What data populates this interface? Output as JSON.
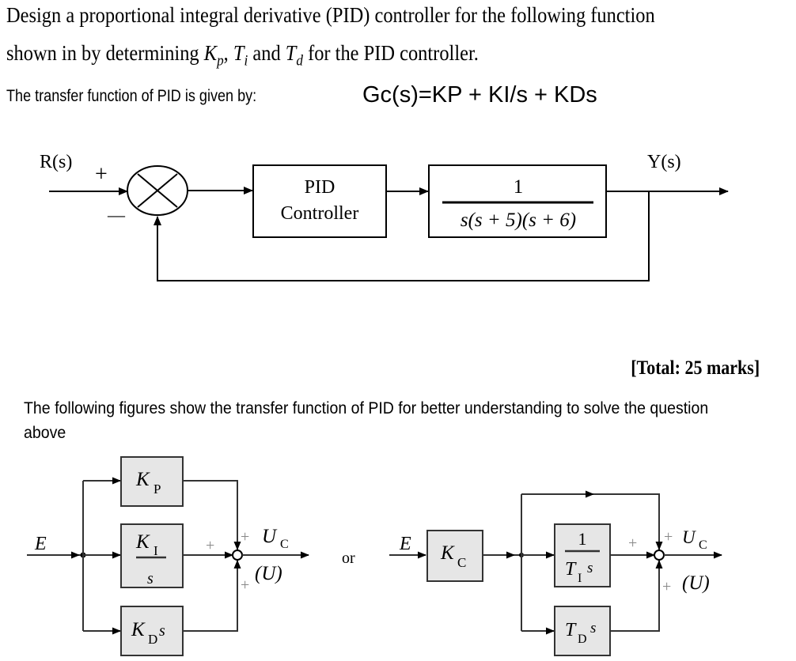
{
  "question": {
    "line1": "Design a proportional integral derivative (PID) controller for the following function",
    "line2_prefix": "shown in by determining ",
    "kp_symbol": "K",
    "kp_sub": "p",
    "comma": ", ",
    "ti_symbol": "T",
    "ti_sub": "i",
    "and": " and ",
    "td_symbol": "T",
    "td_sub": "d",
    "line2_suffix": " for the PID controller.",
    "tf_label": "The transfer function of PID is given by:",
    "tf_equation": "Gc(s)=KP + KI/s + KDs"
  },
  "closed_loop_diagram": {
    "input_label": "R(s)",
    "output_label": "Y(s)",
    "plus_sign": "+",
    "minus_sign": "—",
    "controller_line1": "PID",
    "controller_line2": "Controller",
    "plant_numerator": "1",
    "plant_denominator": "s(s + 5)(s + 6)"
  },
  "total_marks": "[Total: 25 marks]",
  "explanation": "The following figures show the transfer function of PID for better understanding to solve the question above",
  "parallel_pid": {
    "input": "E",
    "kp": "K",
    "kp_sub": "P",
    "ki": "K",
    "ki_sub": "I",
    "ki_den": "s",
    "kd": "K",
    "kd_sub": "D",
    "kd_s": "s",
    "plus": "+",
    "output": "U",
    "output_sub": "C",
    "output_alt": "(U)"
  },
  "or_label": "or",
  "ideal_pid": {
    "input": "E",
    "kc": "K",
    "kc_sub": "C",
    "ti_num": "1",
    "ti": "T",
    "ti_sub": "I",
    "ti_s": "s",
    "td": "T",
    "td_sub": "D",
    "td_s": "s",
    "plus": "+",
    "output": "U",
    "output_sub": "C",
    "output_alt": "(U)"
  },
  "colors": {
    "block_fill": "#e6e6e6",
    "sign_grey": "#888888",
    "line": "#000000"
  }
}
